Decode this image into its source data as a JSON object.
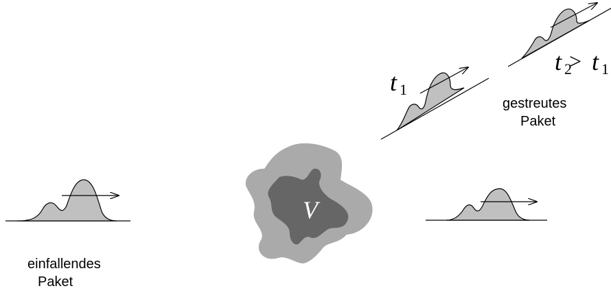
{
  "incident_packet": {
    "label_line1": "einfallendes",
    "label_line2": "Paket"
  },
  "scattered_packet": {
    "label_line1": "gestreutes",
    "label_line2": "Paket"
  },
  "potential": {
    "label": "V"
  },
  "time_labels": {
    "t1_base": "t",
    "t1_sub": "1",
    "t2_base": "t",
    "t2_sub": "2",
    "relation": " >",
    "t2_rhs_base": "t",
    "t2_rhs_sub": "1"
  },
  "colors": {
    "packet_fill": "#c0c0c0",
    "potential_outer": "#aaaaaa",
    "potential_inner": "#666666",
    "potential_label": "#ffffff"
  }
}
